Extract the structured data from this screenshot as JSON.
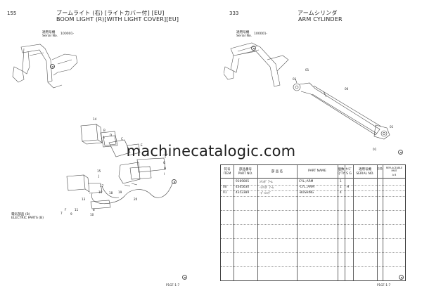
{
  "left_page": {
    "page_number": "155",
    "title_jp": "ブームライト (右) [ライトカバー付] [EU]",
    "title_en": "BOOM LIGHT (R)[WITH LIGHT COVER][EU]",
    "applicable_jp": "適用号機",
    "applicable_en": "Serial No.",
    "serial_from": "100001-",
    "labels": [
      "14",
      "B",
      "D",
      "A",
      "C",
      "E",
      "G",
      "H",
      "I",
      "15",
      "J",
      "17",
      "16",
      "13",
      "18",
      "19",
      "20",
      "11",
      "8",
      "10",
      "9",
      "F",
      "7"
    ],
    "elec_jp": "電気部品 (B)",
    "elec_en": "ELECTRIC PARTS (B)",
    "footer": "P1GF-1-7"
  },
  "right_page": {
    "page_number": "333",
    "title_jp": "アームシリンダ",
    "title_en": "ARM CYLINDER",
    "applicable_jp": "適用号機",
    "applicable_en": "Serial No.",
    "serial_from": "100001-",
    "labels": [
      "01",
      "01",
      "00",
      "01",
      "01"
    ],
    "footer": "P1GF-1-7"
  },
  "watermark": "machinecatalogic.com",
  "table": {
    "headers": {
      "item_jp": "符号",
      "item_en": "ITEM",
      "part_no_jp": "部品番号",
      "part_no_en": "PART NO.",
      "name_jp": "部 品 名",
      "name_en": "PART NAME",
      "qty_jp": "個数",
      "qty_en": "Q'TY",
      "sg_jp": "ｻｲｽﾞ",
      "sg_en": "S G",
      "serial_jp": "適用号機",
      "serial_en": "SERIAL NO.",
      "rep_jp": "交換",
      "rep_en": "REPLACEABLE PART",
      "rep_sub": "A  B"
    },
    "rows": [
      {
        "item": "",
        "part_no": "9169005",
        "name_jp": "ｼﾘﾝﾀﾞ ｱｰﾑ",
        "name_en": "CYL.;ARM",
        "qty": "1",
        "sg": ""
      },
      {
        "item": "00",
        "part_no": "4365630",
        "name_jp": "-ｼﾘﾝﾀﾞ ｱｰﾑ",
        "name_en": "-CYL.;ARM",
        "qty": "1",
        "sg": "H"
      },
      {
        "item": "01",
        "part_no": "4352389",
        "name_jp": "-ﾌﾞｯｼﾝｸﾞ",
        "name_en": "-BUSHING",
        "qty": "4",
        "sg": ""
      }
    ]
  }
}
